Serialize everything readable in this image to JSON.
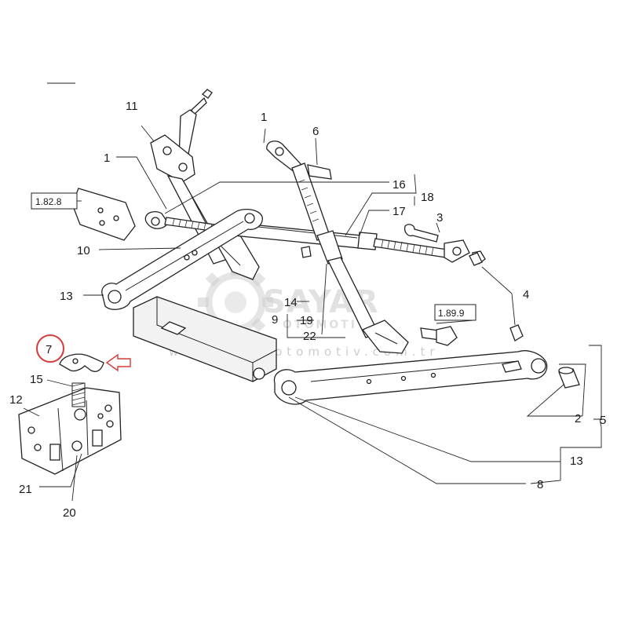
{
  "watermark": {
    "brand": "SAYAR",
    "sub": "OTOMOTIV",
    "url": "www.sayarotomotiv.com.tr"
  },
  "callouts": {
    "c1a": "1",
    "c1b": "1",
    "c2": "2",
    "c3": "3",
    "c4": "4",
    "c5": "5",
    "c6": "6",
    "c7": "7",
    "c8": "8",
    "c9": "9",
    "c10": "10",
    "c11": "11",
    "c12": "12",
    "c13a": "13",
    "c13b": "13",
    "c14": "14",
    "c15": "15",
    "c16": "16",
    "c17": "17",
    "c18": "18",
    "c19": "19",
    "c20": "20",
    "c21": "21",
    "c22": "22"
  },
  "refs": {
    "r1": "1.82.8",
    "r2": "1.89.9"
  },
  "highlight": {
    "color": "#d63a3a",
    "target": "7"
  }
}
